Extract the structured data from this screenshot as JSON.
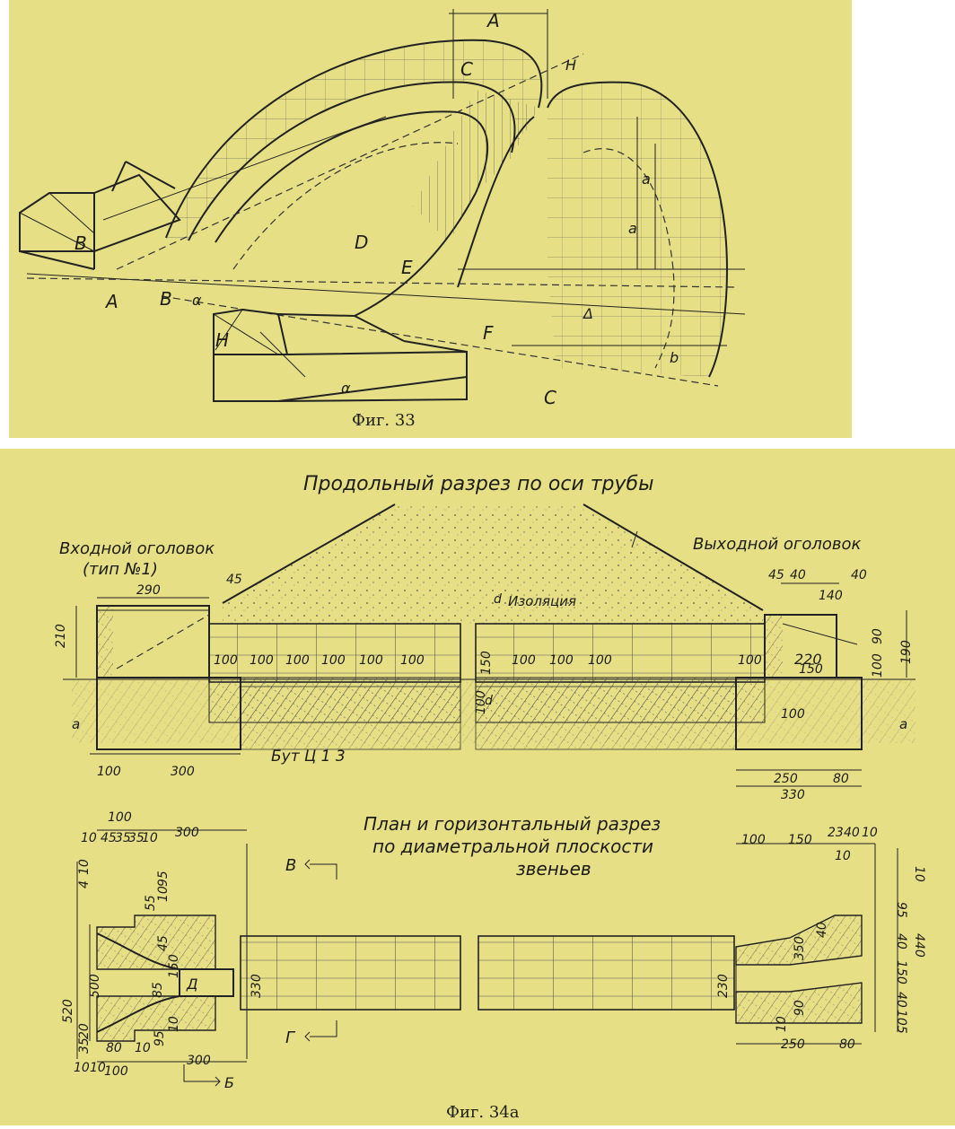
{
  "fig33": {
    "caption": "Фиг. 33",
    "labels": [
      "A",
      "C",
      "H",
      "B",
      "D",
      "E",
      "A",
      "B",
      "α",
      "H",
      "α",
      "F",
      "C",
      "a",
      "a",
      "Δ",
      "b"
    ]
  },
  "fig34": {
    "caption": "Фиг. 34а",
    "section_title": "Продольный разрез по оси трубы",
    "inlet_title": "Входной оголовок",
    "inlet_type": "(тип №1)",
    "outlet_title": "Выходной оголовок",
    "insulation": "Изоляция",
    "masonry": "Бут Ц 1 3",
    "plan_title": "План и горизонтальный разрез по диаметральной плоскости звеньев",
    "plan_title_lines": [
      "План и горизонтальный разрез",
      "по диаметральной плоскости",
      "звеньев"
    ],
    "section_marks": [
      "В",
      "Г",
      "Б",
      "Д"
    ],
    "symbols": [
      "d",
      "d",
      "a",
      "a"
    ],
    "section_dims": {
      "top_left": [
        "290",
        "45"
      ],
      "top_right": [
        "45",
        "40",
        "140",
        "40"
      ],
      "left_height": "210",
      "ring_lengths": [
        "100",
        "100",
        "100",
        "100",
        "100",
        "100",
        "100",
        "150",
        "100",
        "100",
        "100",
        "100"
      ],
      "mid_150": "150",
      "mid_100": "100",
      "right_inner": "220",
      "right_stack": [
        "90",
        "100",
        "190"
      ],
      "bottom_left": [
        "100",
        "300"
      ],
      "bottom_right": [
        "250",
        "80",
        "330"
      ]
    },
    "plan_dims": {
      "top_left": [
        "100",
        "300",
        "10",
        "45",
        "35",
        "35",
        "10"
      ],
      "left_vertical": [
        "10",
        "4",
        "55",
        "10",
        "95",
        "500",
        "520",
        "45",
        "150",
        "85",
        "95",
        "10",
        "20",
        "35"
      ],
      "bottom_left": [
        "10",
        "80",
        "10",
        "10",
        "100",
        "300"
      ],
      "pipe_left": "330",
      "pipe_right": "230",
      "top_right": [
        "100",
        "150",
        "23",
        "40",
        "10",
        "10"
      ],
      "right_vertical": [
        "10",
        "95",
        "40",
        "150",
        "40",
        "105",
        "440",
        "350",
        "40"
      ],
      "right_low": [
        "10",
        "90"
      ],
      "bottom_right": [
        "250",
        "80"
      ]
    }
  }
}
